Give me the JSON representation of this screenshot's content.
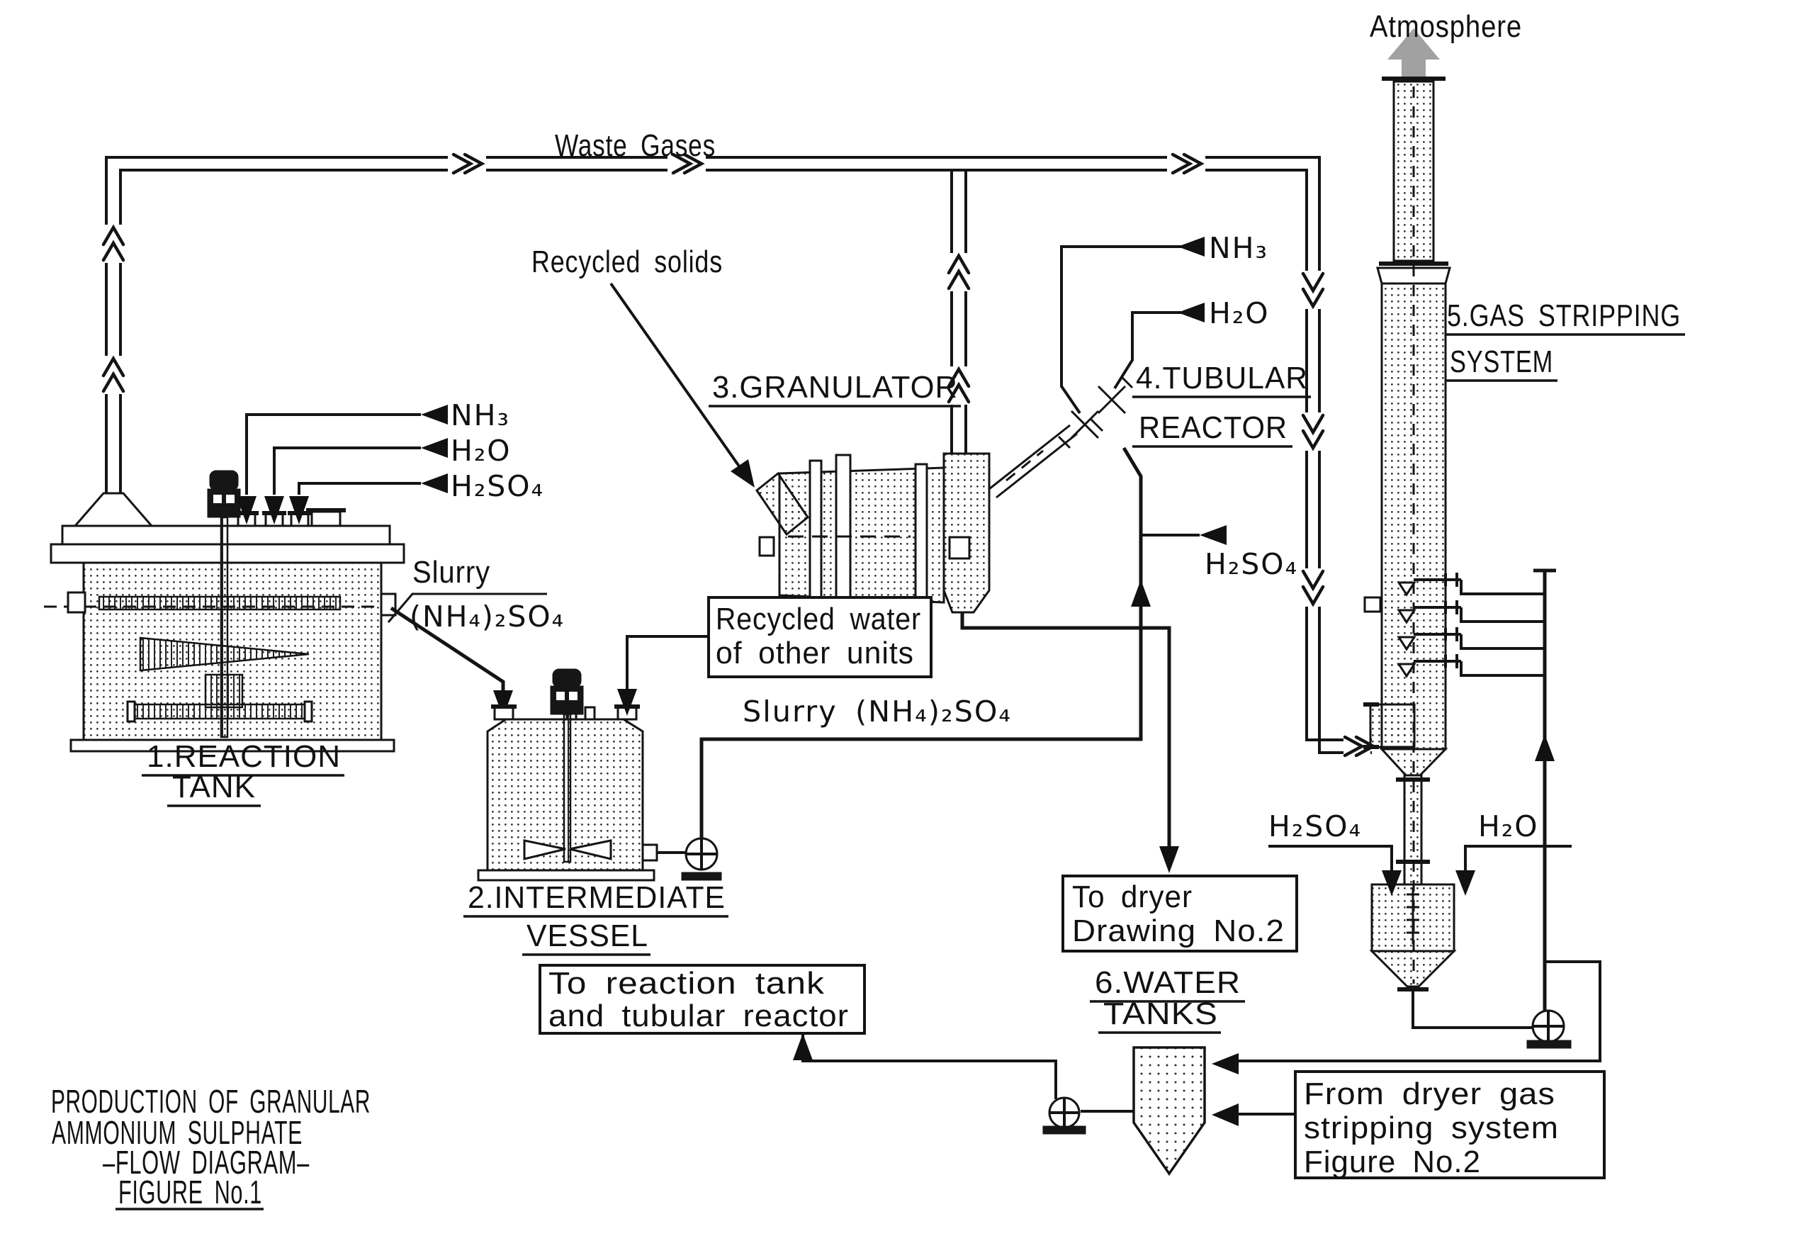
{
  "colors": {
    "ink": "#141414",
    "paper": "#ffffff"
  },
  "title": {
    "line1": "PRODUCTION OF GRANULAR",
    "line2": "AMMONIUM SULPHATE",
    "line3": "–FLOW DIAGRAM–",
    "line4": "FIGURE No.1"
  },
  "streams": {
    "atmosphere": "Atmosphere",
    "waste_gases": "Waste Gases",
    "recycled_solids": "Recycled solids",
    "slurry_word": "Slurry",
    "slurry_formula": "(NH₄)₂SO₄",
    "slurry_line": "Slurry (NH₄)₂SO₄",
    "recycled_water_1": "Recycled water",
    "recycled_water_2": "of other units",
    "nh3": "NH₃",
    "h2o": "H₂O",
    "h2so4": "H₂SO₄"
  },
  "equipment": {
    "reaction_1": "1.REACTION",
    "reaction_2": "TANK",
    "intermediate_1": "2.INTERMEDIATE",
    "intermediate_2": "VESSEL",
    "granulator": "3.GRANULATOR",
    "tubular_1": "4.TUBULAR",
    "tubular_2": "REACTOR",
    "stripping_1": "5.GAS STRIPPING",
    "stripping_2": "SYSTEM",
    "water_1": "6.WATER",
    "water_2": "TANKS"
  },
  "notes": {
    "to_dryer_1": "To dryer",
    "to_dryer_2": "Drawing No.2",
    "to_reaction_1": "To reaction tank",
    "to_reaction_2": "and tubular reactor",
    "from_dryer_1": "From dryer gas",
    "from_dryer_2": "stripping system",
    "from_dryer_3": "Figure No.2"
  }
}
